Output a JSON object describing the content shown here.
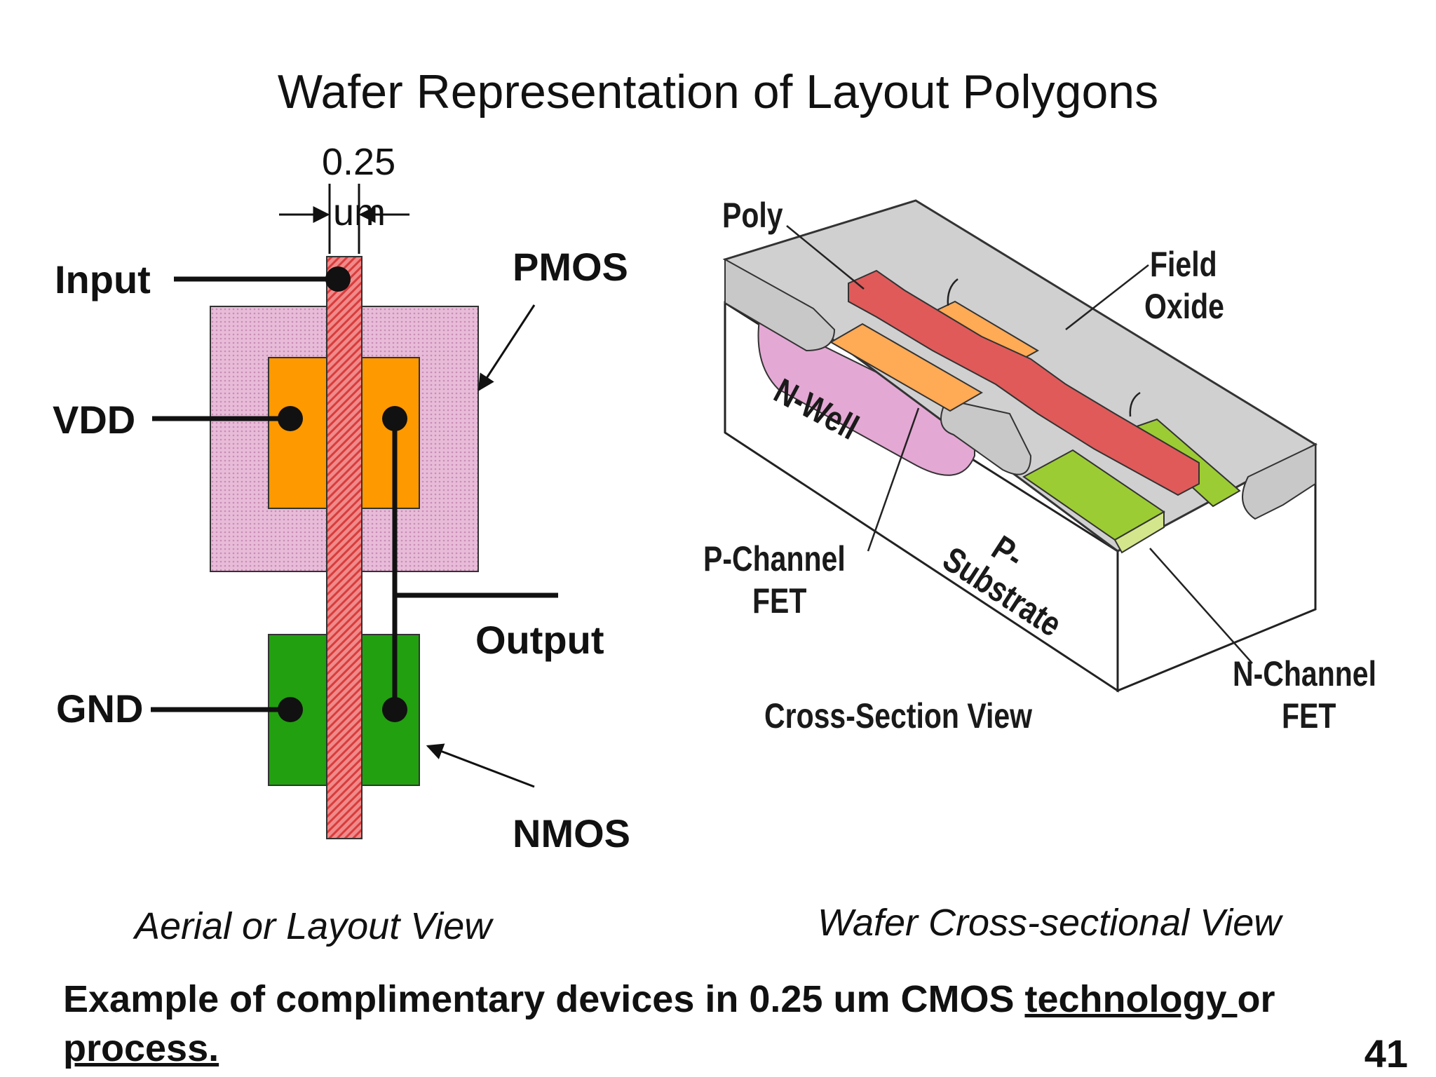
{
  "title": "Wafer Representation of Layout Polygons",
  "layout_view": {
    "dimension_value": "0.25",
    "dimension_unit": "um",
    "labels": {
      "input": "Input",
      "vdd": "VDD",
      "gnd": "GND",
      "pmos": "PMOS",
      "output": "Output",
      "nmos": "NMOS"
    },
    "caption": "Aerial or Layout View"
  },
  "cross_section_view": {
    "labels": {
      "poly": "Poly",
      "field_oxide_1": "Field",
      "field_oxide_2": "Oxide",
      "n_well": "N-Well",
      "p_channel_1": "P-Channel",
      "p_channel_2": "FET",
      "p_substrate_1": "P-",
      "p_substrate_2": "Substrate",
      "n_channel_1": "N-Channel",
      "n_channel_2": "FET",
      "view_name": "Cross-Section View"
    },
    "caption": "Wafer Cross-sectional View"
  },
  "note": {
    "part1": "Example of complimentary devices in 0.25 um CMOS ",
    "link1": "technology ",
    "part2": "or",
    "link2": "process."
  },
  "page_number": "41",
  "colors": {
    "nwell_pink": "#e6b8d8",
    "p_diffusion_orange": "#ff9900",
    "n_diffusion_green": "#22a010",
    "poly_red": "#e86060",
    "field_oxide_gray": "#d2d2d2",
    "n_active_lime": "#9ccc33"
  }
}
